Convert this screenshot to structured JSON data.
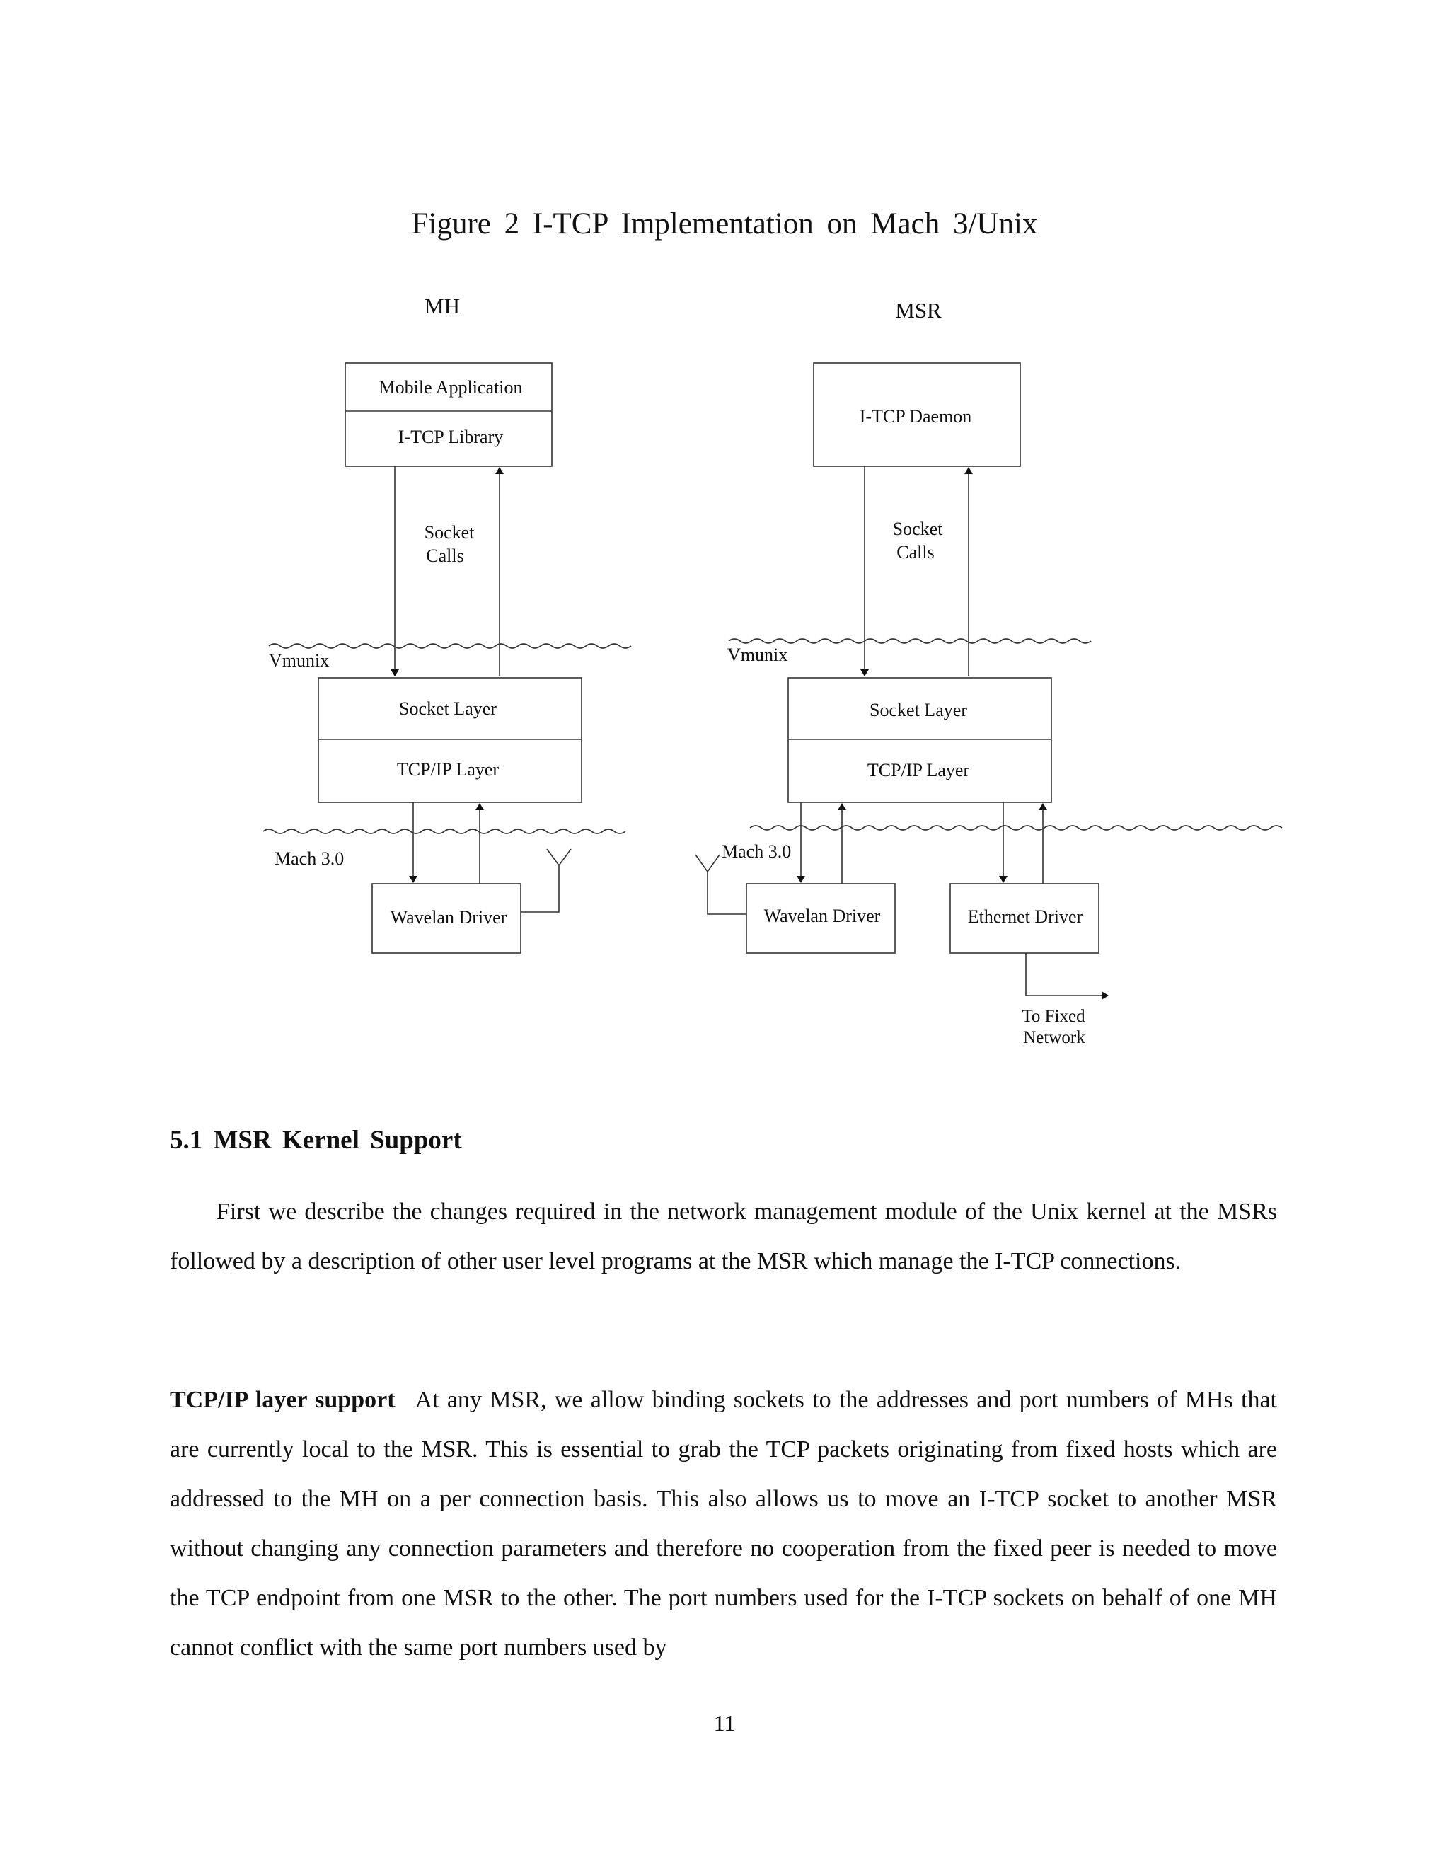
{
  "figure": {
    "title": "Figure 2 I-TCP Implementation on Mach 3/Unix",
    "mh": {
      "label": "MH",
      "top_box": [
        "Mobile Application",
        "I-TCP Library"
      ],
      "socket_calls": [
        "Socket",
        "Calls"
      ],
      "vmunix": "Vmunix",
      "mid_box": [
        "Socket Layer",
        "TCP/IP Layer"
      ],
      "mach": "Mach 3.0",
      "driver": "Wavelan Driver"
    },
    "msr": {
      "label": "MSR",
      "top_box": "I-TCP Daemon",
      "socket_calls": [
        "Socket",
        "Calls"
      ],
      "vmunix": "Vmunix",
      "mid_box": [
        "Socket Layer",
        "TCP/IP Layer"
      ],
      "mach": "Mach 3.0",
      "wavelan_driver": "Wavelan Driver",
      "ethernet_driver": "Ethernet Driver",
      "fixed_network": [
        "To Fixed",
        "Network"
      ]
    }
  },
  "section": {
    "heading": "5.1 MSR Kernel Support",
    "paragraph1": "First we describe the changes required in the network management module of the Unix kernel at the MSRs followed by a description of other user level programs at the MSR which manage the I-TCP connections.",
    "paragraph2_lead": "TCP/IP layer support",
    "paragraph2": "At any MSR, we allow binding sockets to the addresses and port numbers of MHs that are currently local to the MSR. This is essential to grab the TCP packets originating from fixed hosts which are addressed to the MH on a per connection basis. This also allows us to move an I-TCP socket to another MSR without changing any connection parameters and therefore no cooperation from the fixed peer is needed to move the TCP endpoint from one MSR to the other. The port numbers used for the I-TCP sockets on behalf of one MH cannot conflict with the same port numbers used by"
  },
  "page_number": "11"
}
